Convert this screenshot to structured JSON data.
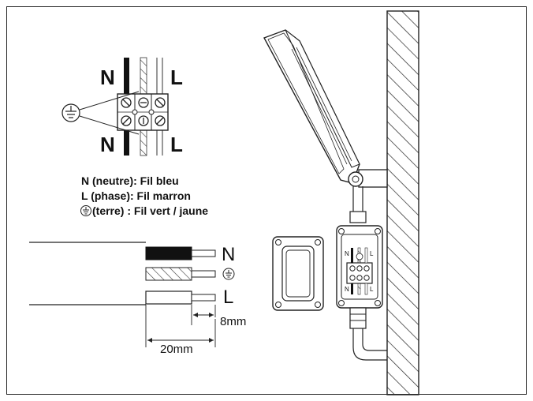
{
  "diagram": {
    "terminal_block": {
      "top_neutral": "N",
      "top_live": "L",
      "bottom_neutral": "N",
      "bottom_live": "L",
      "earth_symbol_name": "earth-ground-icon"
    },
    "legend": {
      "neutral": "N (neutre): Fil bleu",
      "phase": "L (phase): Fil marron",
      "earth": "(terre)  : Fil vert / jaune"
    },
    "cable": {
      "neutral_label": "N",
      "live_label": "L",
      "strip_length": "8mm",
      "sheath_length": "20mm"
    },
    "junction_box": {
      "n_top": "N",
      "l_top": "L",
      "n_bottom": "N",
      "l_bottom": "L"
    }
  }
}
